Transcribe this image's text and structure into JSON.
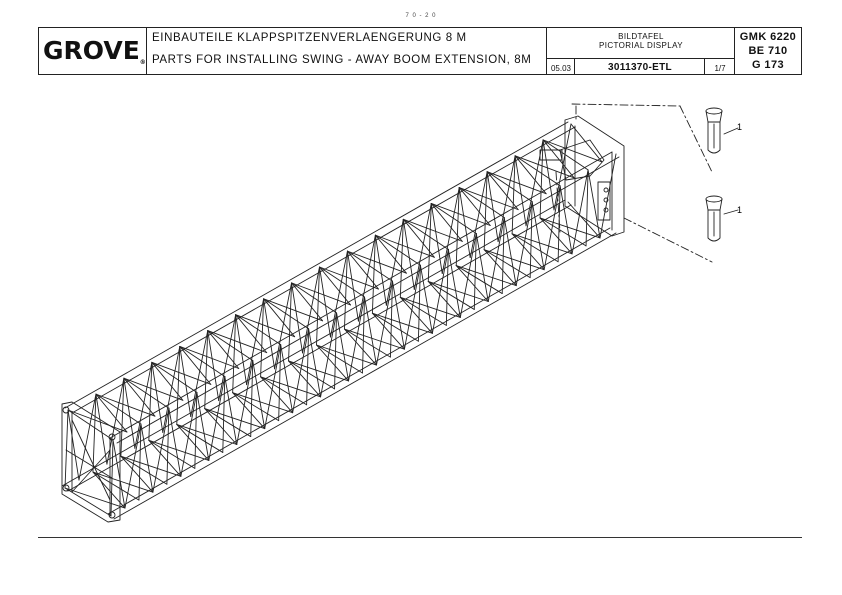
{
  "header": {
    "page_number": "7 0 - 2 0",
    "logo_text": "GROVE",
    "logo_mark": "®",
    "title_de": "EINBAUTEILE KLAPPSPITZENVERLAENGERUNG 8 M",
    "title_en": "PARTS FOR INSTALLING SWING - AWAY BOOM EXTENSION, 8M",
    "bildtafel": "BILDTAFEL",
    "pictorial_display": "PICTORIAL DISPLAY",
    "date": "05.03",
    "document_number": "3011370-ETL",
    "page_ref": "1/7",
    "model_line1": "GMK 6220",
    "model_line2": "BE 710",
    "model_line3": "G 173"
  },
  "drawing": {
    "callouts": [
      {
        "number": "1",
        "part": "pin"
      },
      {
        "number": "1",
        "part": "pin"
      }
    ]
  }
}
